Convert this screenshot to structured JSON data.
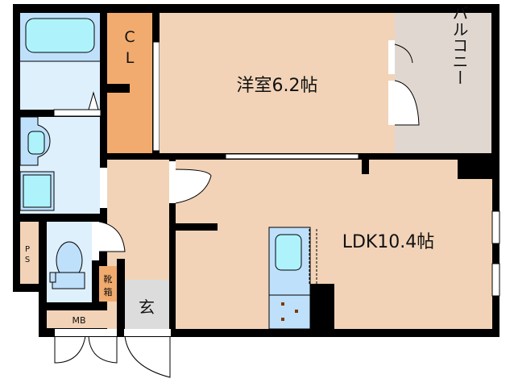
{
  "rooms": {
    "western": {
      "label": "洋室6.2帖",
      "color": "#f2d3b7"
    },
    "balcony": {
      "label": "バルコニー",
      "color": "#e0d8d0"
    },
    "closet": {
      "label_1": "C",
      "label_2": "L",
      "color": "#f2ab6e"
    },
    "ldk": {
      "label": "LDK10.4帖",
      "color": "#f2d3b7"
    },
    "entrance": {
      "label": "玄",
      "color": "#dcdcdc"
    },
    "shoe_box": {
      "label_1": "靴",
      "label_2": "箱",
      "color": "#f2ab6e"
    },
    "ps": {
      "label_1": "P",
      "label_2": "S",
      "color": "#f2d3b7"
    },
    "mb": {
      "label": "MB",
      "color": "#f2d3b7"
    },
    "wet_area_color": "#dff0fd",
    "fixture_color": "#bfe0fb",
    "water_color": "#aef3fc",
    "wall_color": "#000000"
  }
}
